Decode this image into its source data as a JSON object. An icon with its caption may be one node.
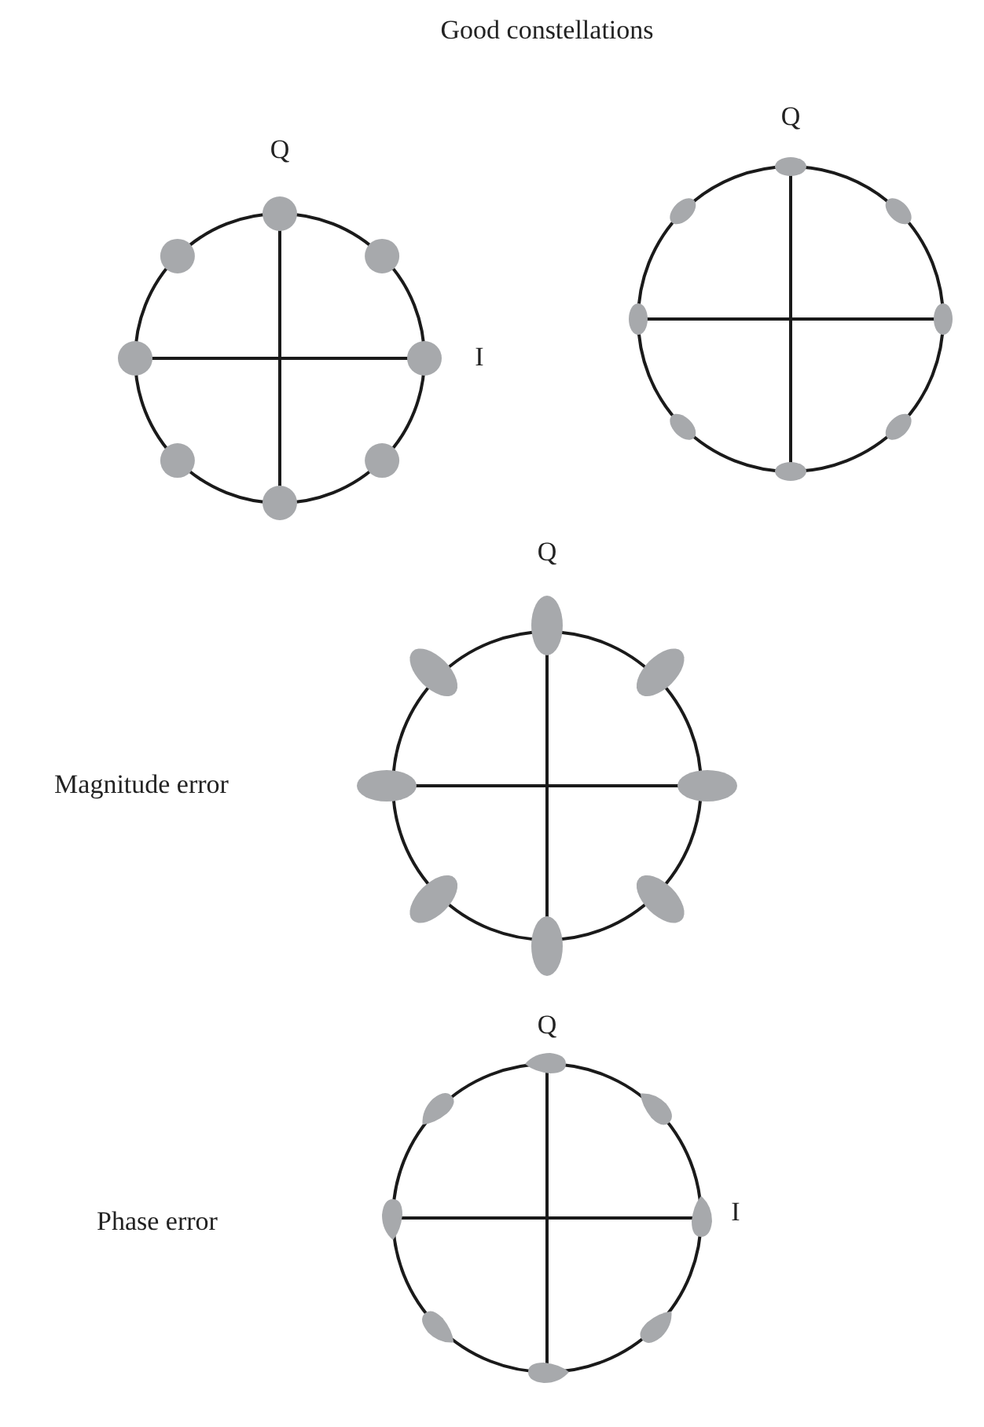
{
  "diagram": {
    "title": "Good constellations",
    "labels": [
      "Q",
      "I",
      "Q",
      "Q",
      "Magnitude error",
      "Q",
      "I",
      "Phase error"
    ]
  }
}
